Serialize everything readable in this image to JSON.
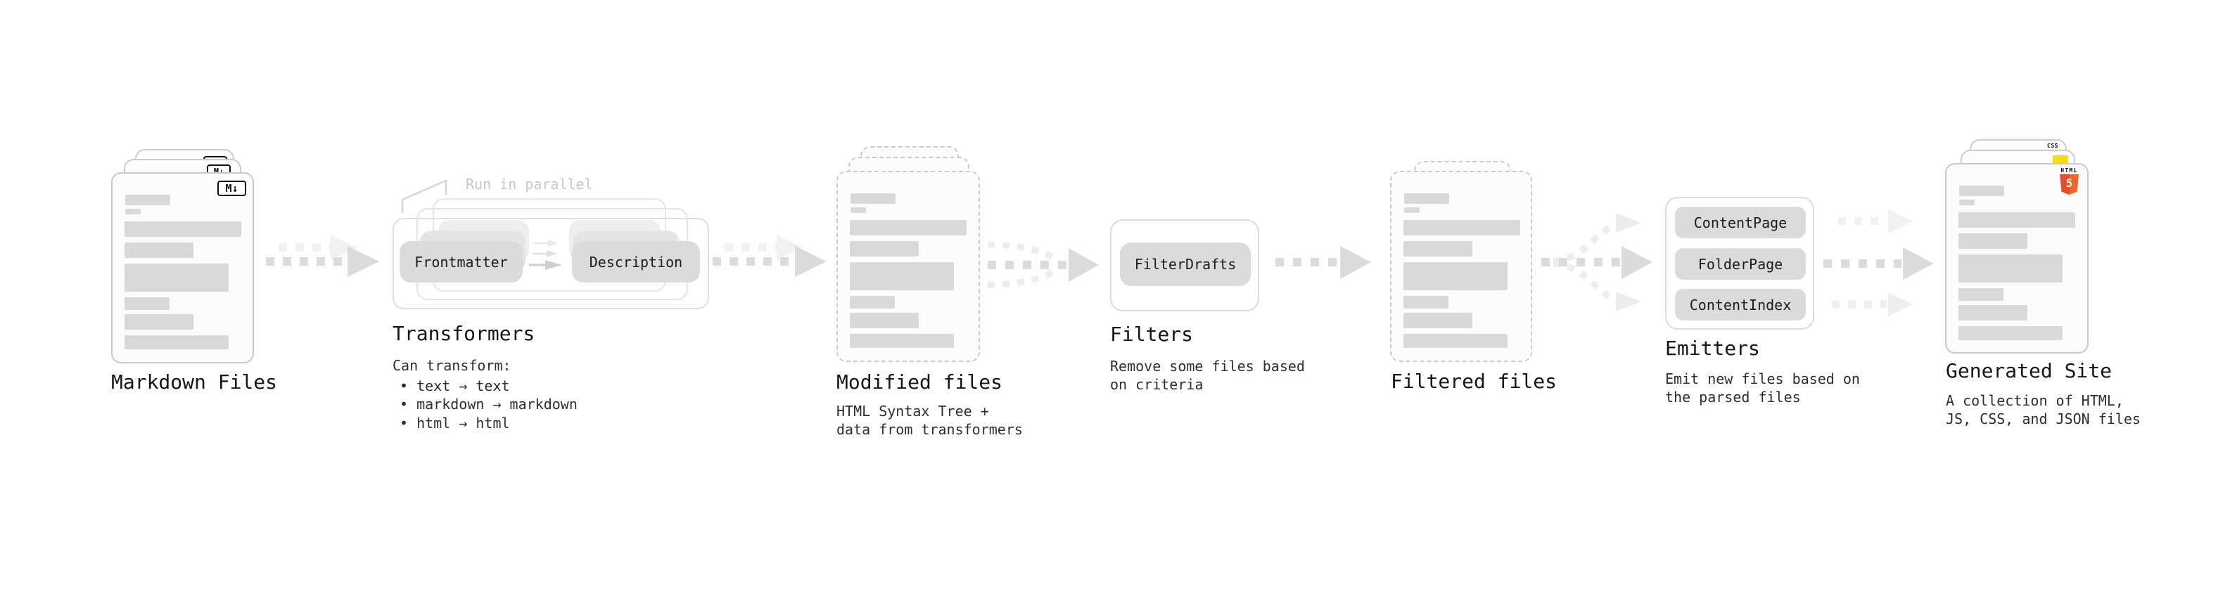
{
  "stages": {
    "markdown_files": {
      "label": "Markdown Files"
    },
    "transformers": {
      "label": "Transformers",
      "annotation": "Run in parallel",
      "box_frontmatter": "Frontmatter",
      "box_description": "Description",
      "desc_heading": "Can transform:",
      "bullets": {
        "b1": "• text → text",
        "b2": "• markdown → markdown",
        "b3": "• html → html"
      }
    },
    "modified_files": {
      "label": "Modified files",
      "desc_line1": "HTML Syntax Tree +",
      "desc_line2": "data from transformers"
    },
    "filters": {
      "label": "Filters",
      "box_filterdrafts": "FilterDrafts",
      "desc_line1": "Remove some files based",
      "desc_line2": "on criteria"
    },
    "filtered_files": {
      "label": "Filtered files"
    },
    "emitters": {
      "label": "Emitters",
      "box_contentpage": "ContentPage",
      "box_folderpage": "FolderPage",
      "box_contentindex": "ContentIndex",
      "desc_line1": "Emit new files based on",
      "desc_line2": "the parsed files"
    },
    "generated_site": {
      "label": "Generated Site",
      "desc_line1": "A collection of HTML,",
      "desc_line2": "JS, CSS, and JSON files"
    }
  },
  "icons": {
    "markdown_badge": "M↓",
    "html5_word": "HTML",
    "html5_number": "5",
    "css_label": "CSS"
  },
  "colors": {
    "html5_orange": "#e44d26",
    "js_yellow": "#ffdc00",
    "css_blue": "#2b66f6",
    "arrow_gray": "#dbdbdb",
    "pill_gray": "#dbdbdb"
  }
}
